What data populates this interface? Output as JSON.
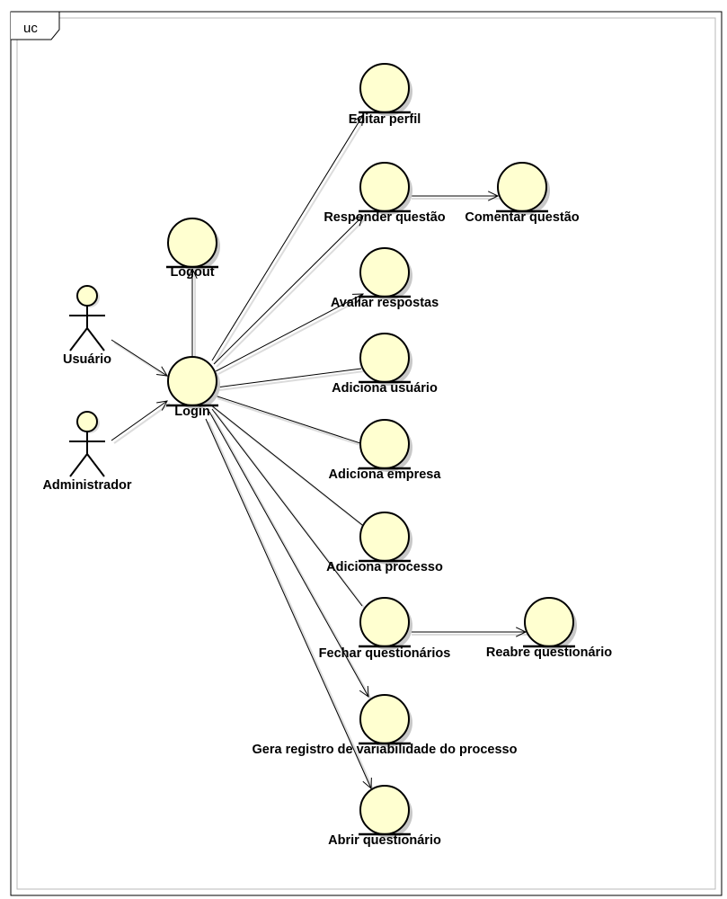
{
  "frame": {
    "tag": "uc"
  },
  "colors": {
    "fill": "#FFFFD0",
    "shadow": "#C8C8C8",
    "stroke": "#000000"
  },
  "actors": [
    {
      "id": "usuario",
      "label": "Usuário"
    },
    {
      "id": "administrador",
      "label": "Administrador"
    }
  ],
  "use_cases": [
    {
      "id": "login",
      "label": "Login"
    },
    {
      "id": "logout",
      "label": "Logout"
    },
    {
      "id": "editar-perfil",
      "label": "Editar perfil"
    },
    {
      "id": "responder-questao",
      "label": "Responder questão"
    },
    {
      "id": "comentar-questao",
      "label": "Comentar questão"
    },
    {
      "id": "avaliar-respostas",
      "label": "Avaliar respostas"
    },
    {
      "id": "adiciona-usuario",
      "label": "Adiciona usuário"
    },
    {
      "id": "adiciona-empresa",
      "label": "Adiciona empresa"
    },
    {
      "id": "adiciona-processo",
      "label": "Adiciona processo"
    },
    {
      "id": "fechar-questionarios",
      "label": "Fechar questionários"
    },
    {
      "id": "reabre-questionario",
      "label": "Reabre questionário"
    },
    {
      "id": "gera-registro",
      "label": "Gera registro de variabilidade do processo"
    },
    {
      "id": "abrir-questionario",
      "label": "Abrir questionário"
    }
  ],
  "associations": [
    {
      "from": "usuario",
      "to": "login",
      "arrow": true
    },
    {
      "from": "administrador",
      "to": "login",
      "arrow": true
    },
    {
      "from": "login",
      "to": "logout",
      "arrow": true
    },
    {
      "from": "login",
      "to": "editar-perfil",
      "arrow": true
    },
    {
      "from": "login",
      "to": "responder-questao",
      "arrow": true
    },
    {
      "from": "login",
      "to": "avaliar-respostas",
      "arrow": true
    },
    {
      "from": "login",
      "to": "adiciona-usuario",
      "arrow": false
    },
    {
      "from": "login",
      "to": "adiciona-empresa",
      "arrow": false
    },
    {
      "from": "login",
      "to": "adiciona-processo",
      "arrow": false
    },
    {
      "from": "login",
      "to": "fechar-questionarios",
      "arrow": false
    },
    {
      "from": "login",
      "to": "gera-registro",
      "arrow": true
    },
    {
      "from": "login",
      "to": "abrir-questionario",
      "arrow": true
    },
    {
      "from": "responder-questao",
      "to": "comentar-questao",
      "arrow": true
    },
    {
      "from": "fechar-questionarios",
      "to": "reabre-questionario",
      "arrow": true
    }
  ]
}
